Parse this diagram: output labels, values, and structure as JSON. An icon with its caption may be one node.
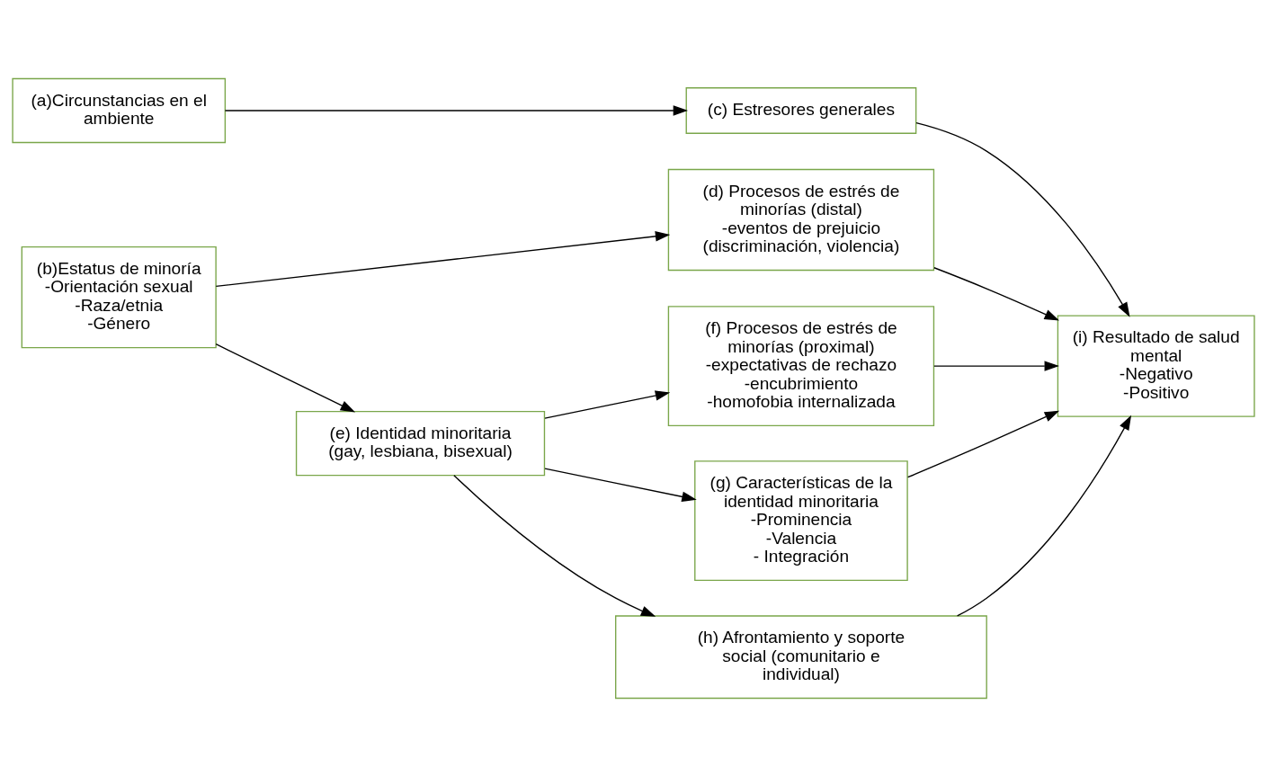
{
  "diagram": {
    "nodes": [
      {
        "text": [
          "(a)Circunstancias en el ambiente"
        ]
      },
      {
        "text": [
          "(b)Estatus de minoría",
          "-Orientación sexual",
          "-Raza/etnia",
          "-Género"
        ]
      },
      {
        "text": [
          "(c) Estresores generales"
        ]
      },
      {
        "text": [
          "(d) Procesos de estrés de minorías (distal)",
          "-eventos de prejuicio (discriminación, violencia)"
        ]
      },
      {
        "text": [
          "(e) Identidad minoritaria (gay, lesbiana, bisexual)"
        ]
      },
      {
        "text": [
          "(f) Procesos de estrés de minorías (proximal)",
          "-expectativas de rechazo",
          "-encubrimiento",
          "-homofobia internalizada"
        ]
      },
      {
        "text": [
          "(g) Características de la identidad minoritaria",
          "-Prominencia",
          "-Valencia",
          "- Integración"
        ]
      },
      {
        "text": [
          "(h) Afrontamiento y soporte social (comunitario e individual)"
        ]
      },
      {
        "text": [
          "(i) Resultado de salud mental",
          "-Negativo",
          "-Positivo"
        ]
      }
    ],
    "edges": [
      {
        "from": 0,
        "to": 2,
        "arrow": "to"
      },
      {
        "from": 1,
        "to": 3,
        "arrow": "to"
      },
      {
        "from": 1,
        "to": 4,
        "arrow": "to"
      },
      {
        "from": 4,
        "to": 5,
        "arrow": "to"
      },
      {
        "from": 4,
        "to": 6,
        "arrow": "to"
      },
      {
        "from": 4,
        "to": 7,
        "arrow": "to"
      },
      {
        "from": 2,
        "to": 8,
        "arrow": "to"
      },
      {
        "from": 3,
        "to": 8,
        "arrow": "to"
      },
      {
        "from": 5,
        "to": 8,
        "arrow": "to"
      },
      {
        "from": 7,
        "to": 8,
        "arrow": "to"
      },
      {
        "from": 6,
        "to": 8,
        "arrow": "to"
      }
    ]
  }
}
